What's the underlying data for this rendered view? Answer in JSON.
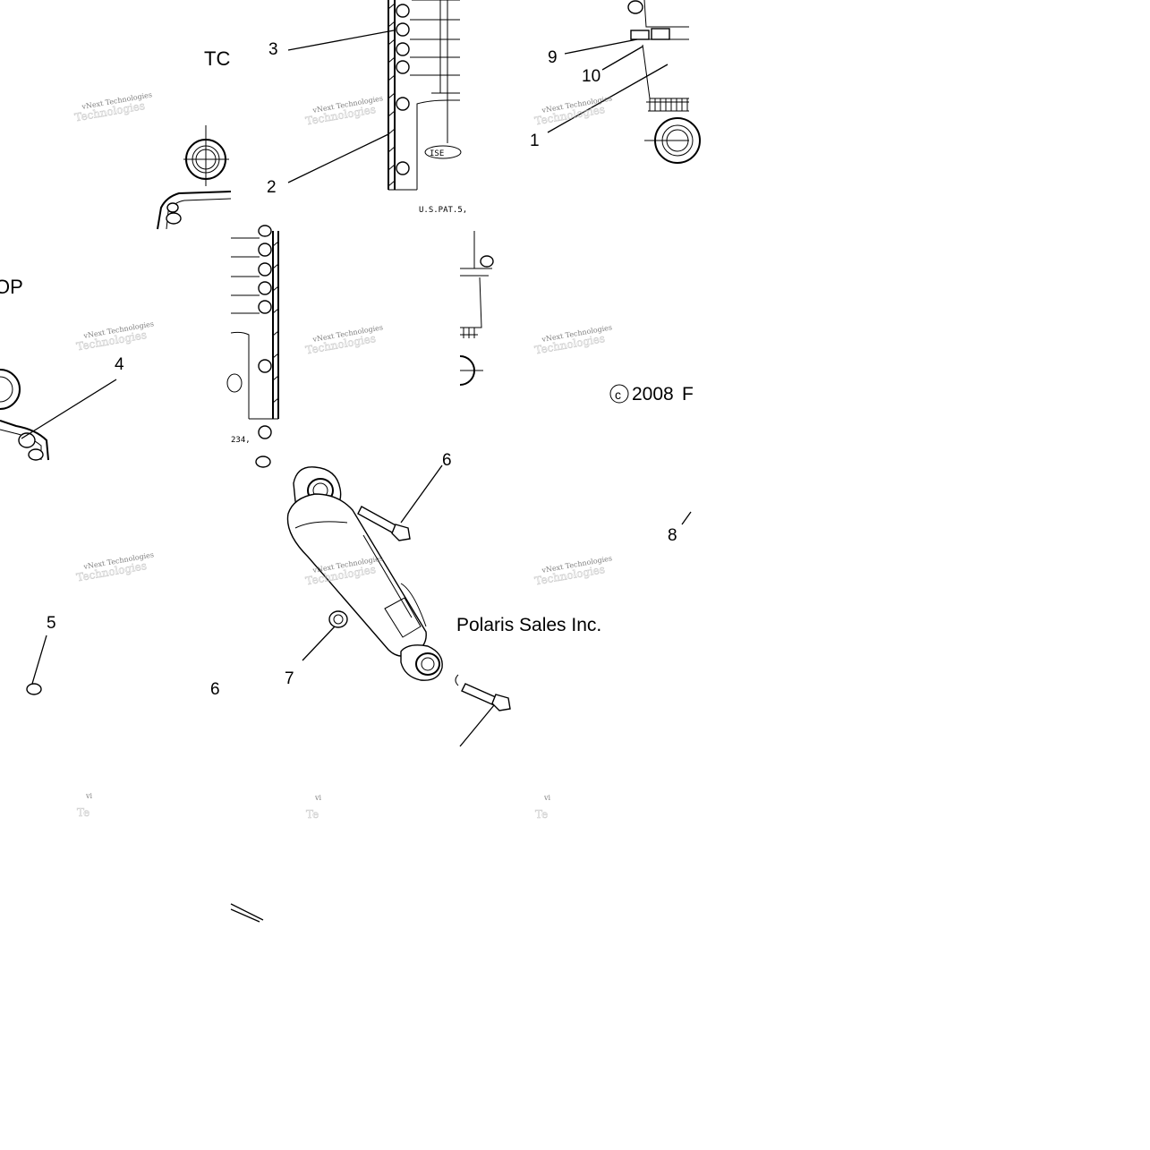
{
  "callouts": {
    "c1": "1",
    "c2": "2",
    "c3": "3",
    "c4": "4",
    "c5": "5",
    "c6": "6",
    "c7": "7",
    "c8": "8",
    "c9": "9",
    "c10": "10",
    "c_top": "6"
  },
  "texts": {
    "tc_fragment": "TC",
    "op_fragment": "OP",
    "patent_fragment": "U.S.PAT.5,",
    "patent_fragment2": "234,",
    "copyright": "2008",
    "copyright_tail": "F",
    "copyright_symbol": "c",
    "company": "Polaris Sales Inc."
  },
  "watermark": {
    "line1": "vNext Technologies",
    "line2": "Technologies",
    "cut": "vi",
    "cut2": "Te"
  }
}
